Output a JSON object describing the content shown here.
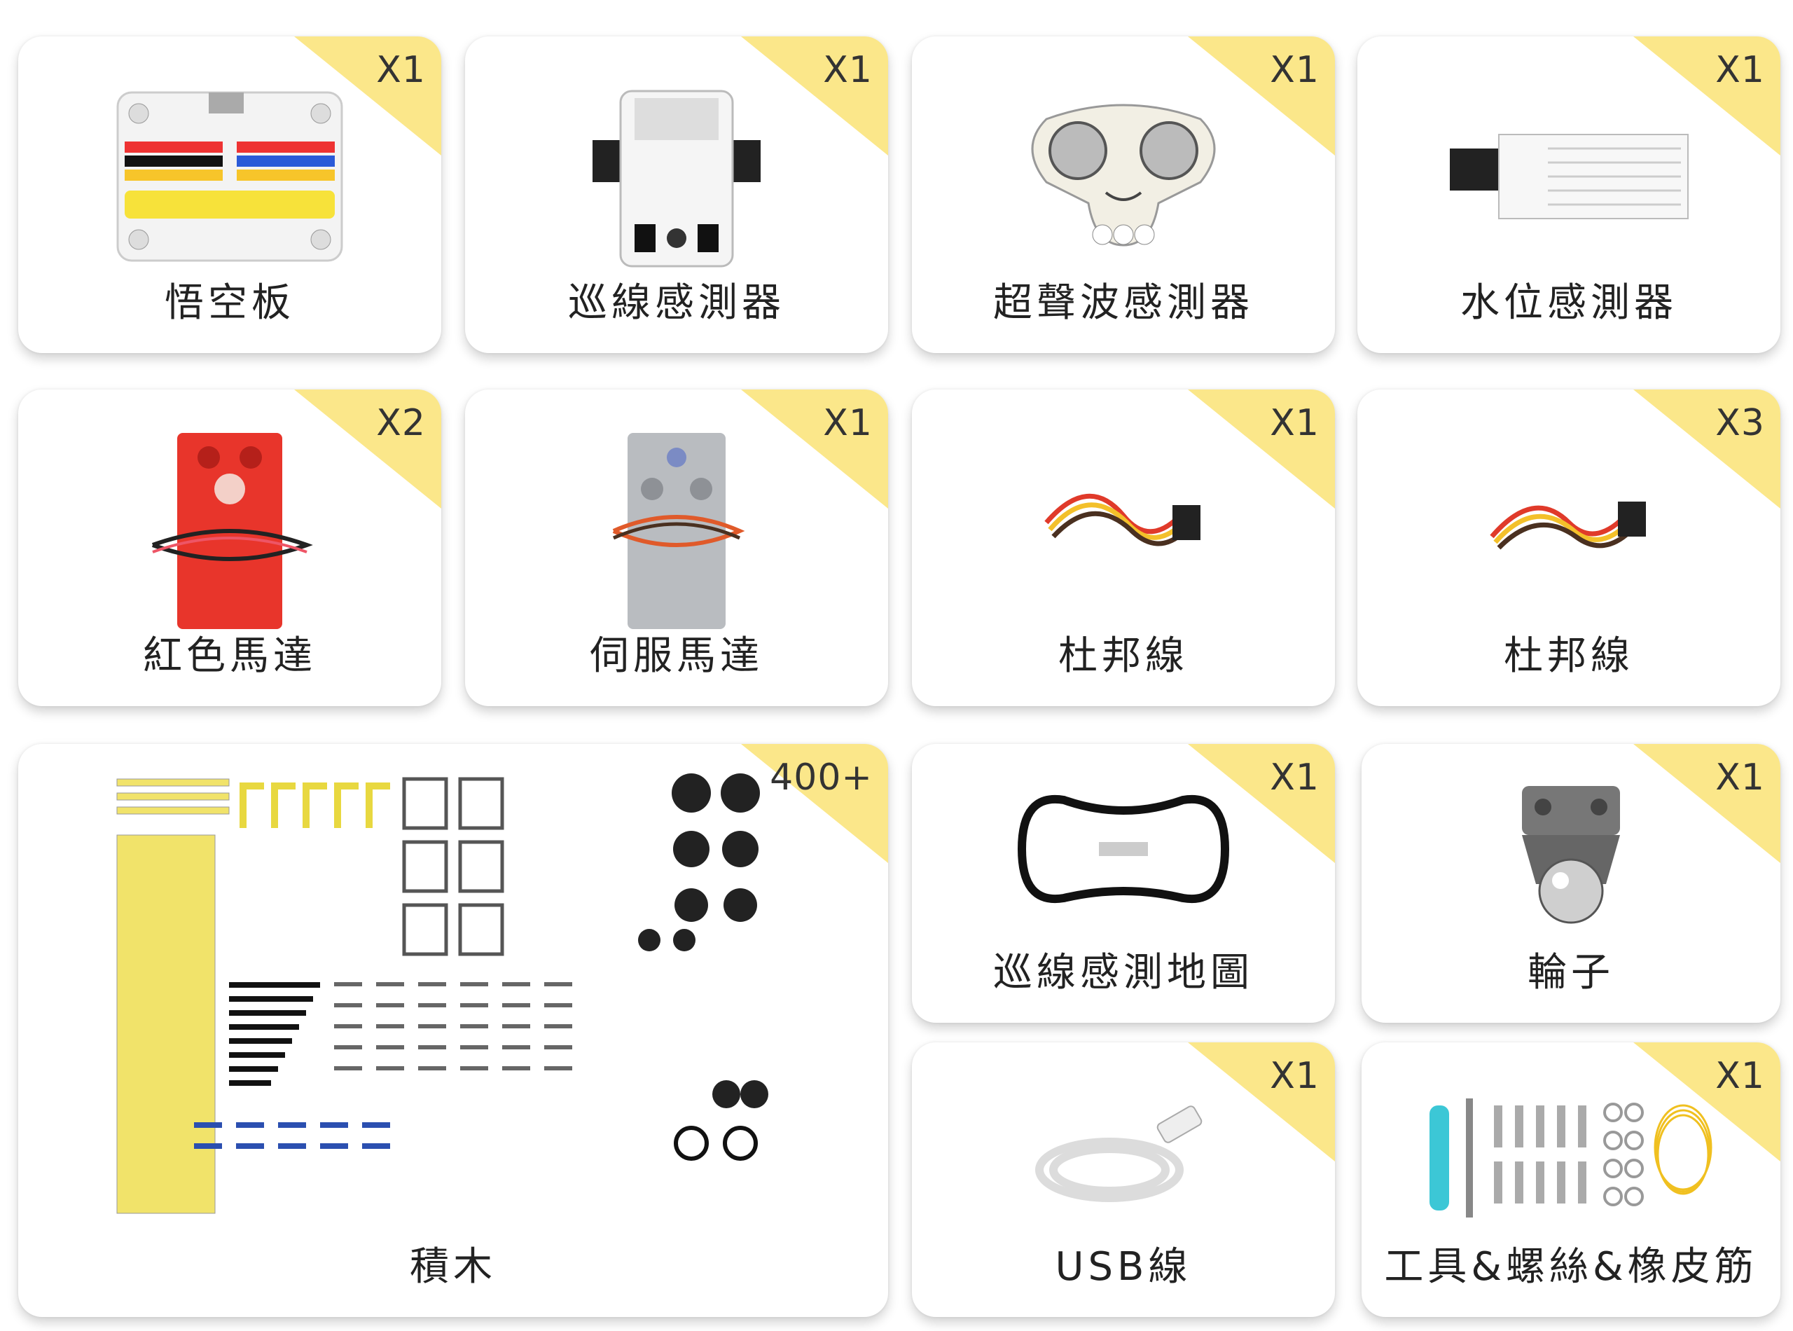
{
  "items": [
    {
      "label": "悟空板",
      "qty": "X1",
      "icon": "wukong-board-icon"
    },
    {
      "label": "巡線感測器",
      "qty": "X1",
      "icon": "line-sensor-icon"
    },
    {
      "label": "超聲波感測器",
      "qty": "X1",
      "icon": "ultrasonic-sensor-icon"
    },
    {
      "label": "水位感測器",
      "qty": "X1",
      "icon": "water-level-sensor-icon"
    },
    {
      "label": "紅色馬達",
      "qty": "X2",
      "icon": "red-motor-icon"
    },
    {
      "label": "伺服馬達",
      "qty": "X1",
      "icon": "servo-motor-icon"
    },
    {
      "label": "杜邦線",
      "qty": "X1",
      "icon": "dupont-wire-icon"
    },
    {
      "label": "杜邦線",
      "qty": "X3",
      "icon": "dupont-wire-icon"
    },
    {
      "label": "積木",
      "qty": "400+",
      "icon": "building-blocks-icon"
    },
    {
      "label": "巡線感測地圖",
      "qty": "X1",
      "icon": "line-track-map-icon"
    },
    {
      "label": "輪子",
      "qty": "X1",
      "icon": "ball-wheel-icon"
    },
    {
      "label": "USB線",
      "qty": "X1",
      "icon": "usb-cable-icon"
    },
    {
      "label": "工具&螺絲&橡皮筋",
      "qty": "X1",
      "icon": "tools-screws-bands-icon"
    }
  ],
  "colors": {
    "corner": "#fbe78a",
    "red_motor": "#e8352b",
    "servo_gray": "#b9bcc0",
    "board_yellow": "#f7e23a"
  }
}
